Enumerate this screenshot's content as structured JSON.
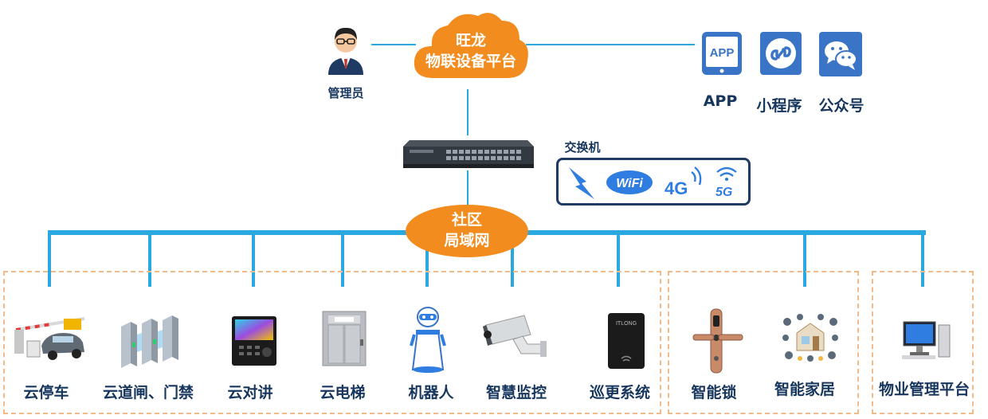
{
  "top": {
    "admin_label": "管理员",
    "cloud_line1": "旺龙",
    "cloud_line2": "物联设备平台",
    "clients": [
      {
        "label": "APP",
        "icon": "app-icon",
        "badge": "APP"
      },
      {
        "label": "小程序",
        "icon": "mini-program-icon"
      },
      {
        "label": "公众号",
        "icon": "wechat-icon"
      }
    ]
  },
  "switch": {
    "label": "交换机",
    "connectivity": [
      "lightning-icon",
      "wifi-icon",
      "4g-icon",
      "5g-icon"
    ],
    "wifi_text": "WiFi",
    "g4_text": "4G",
    "g5_text": "5G"
  },
  "lan": {
    "line1": "社区",
    "line2": "局域网"
  },
  "devices": [
    {
      "label": "云停车",
      "icon": "parking-barrier-icon"
    },
    {
      "label": "云道闸、门禁",
      "icon": "turnstile-gate-icon"
    },
    {
      "label": "云对讲",
      "icon": "intercom-panel-icon"
    },
    {
      "label": "云电梯",
      "icon": "elevator-icon"
    },
    {
      "label": "机器人",
      "icon": "robot-icon"
    },
    {
      "label": "智慧监控",
      "icon": "cctv-camera-icon"
    },
    {
      "label": "巡更系统",
      "icon": "patrol-device-icon"
    },
    {
      "label": "智能锁",
      "icon": "smart-lock-icon"
    },
    {
      "label": "智能家居",
      "icon": "smart-home-icon"
    },
    {
      "label": "物业管理平台",
      "icon": "computer-icon"
    }
  ],
  "patrol_brand": "ITLONG",
  "colors": {
    "orange": "#f28c1e",
    "blue_line": "#2aa8e0",
    "navy": "#1f3b63",
    "dash": "#f2b98a",
    "icon_blue": "#3a74c6"
  }
}
